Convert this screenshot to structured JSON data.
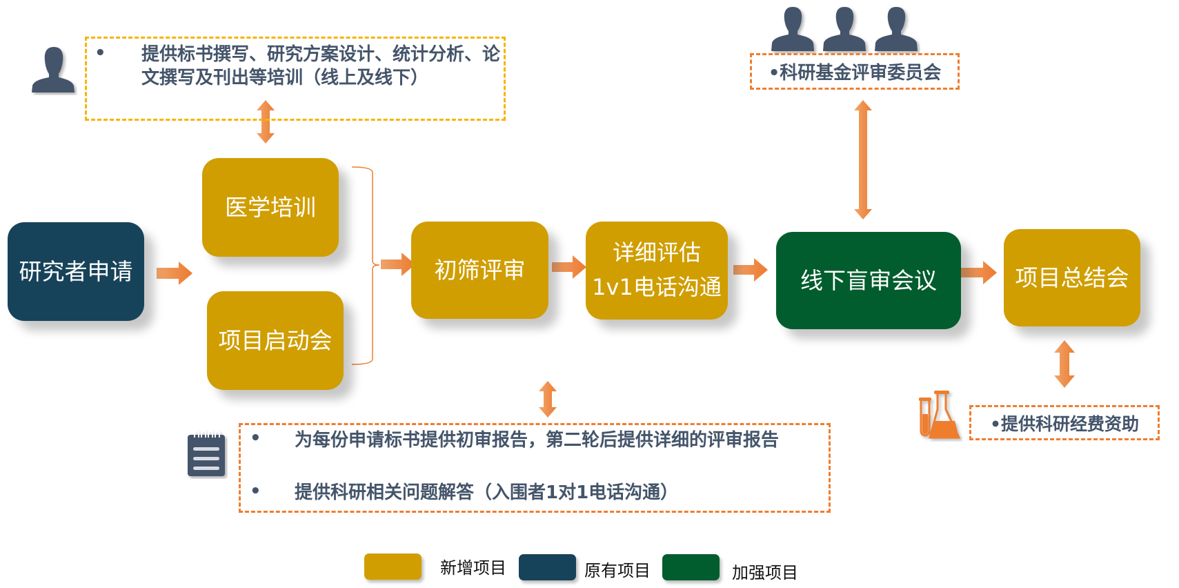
{
  "colors": {
    "new_item": "#d09e00",
    "existing_item": "#17435a",
    "enhanced_item": "#015d2d",
    "arrow": "#ef7d2e",
    "text_dark": "#44546a"
  },
  "nodes": {
    "applicant": "研究者申请",
    "medical_training": "医学培训",
    "kickoff": "项目启动会",
    "initial_screening": "初筛评审",
    "detailed_eval_line1": "详细评估",
    "detailed_eval_line2": "1v1电话沟通",
    "offline_review": "线下盲审会议",
    "summary_meeting": "项目总结会"
  },
  "notes": {
    "training_bullet": "•",
    "training_text": "提供标书撰写、研究方案设计、统计分析、论文撰写及刊出等培训（线上及线下）",
    "committee_text": "•科研基金评审委员会",
    "report_bullets": [
      "•",
      "•"
    ],
    "report_items": [
      "为每份申请标书提供初审报告，第二轮后提供详细的评审报告",
      "提供科研相关问题解答（入围者1对1电话沟通）"
    ],
    "funding_text": "•提供科研经费资助"
  },
  "icons": {
    "single_person": "person-icon",
    "committee": "group-icon",
    "notepad": "notepad-icon",
    "lab": "lab-flask-icon"
  },
  "legend": [
    {
      "label": "新增项目",
      "color": "#d09e00"
    },
    {
      "label": "原有项目",
      "color": "#17435a"
    },
    {
      "label": "加强项目",
      "color": "#015d2d"
    }
  ]
}
